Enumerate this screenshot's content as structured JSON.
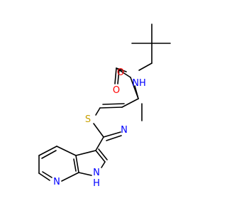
{
  "molecule": {
    "atom_labels": {
      "o_carbonyl": "O",
      "o_ester": "O",
      "nh_amide": "NH",
      "s_thiazole": "S",
      "n_thiazole": "N",
      "n_pyridine": "N",
      "nh_pyrrole": "H",
      "n_pyrrole": "N"
    },
    "colors": {
      "bond": "#000000",
      "oxygen": "#ff0000",
      "nitrogen": "#0000ff",
      "sulfur": "#c8a000"
    }
  }
}
